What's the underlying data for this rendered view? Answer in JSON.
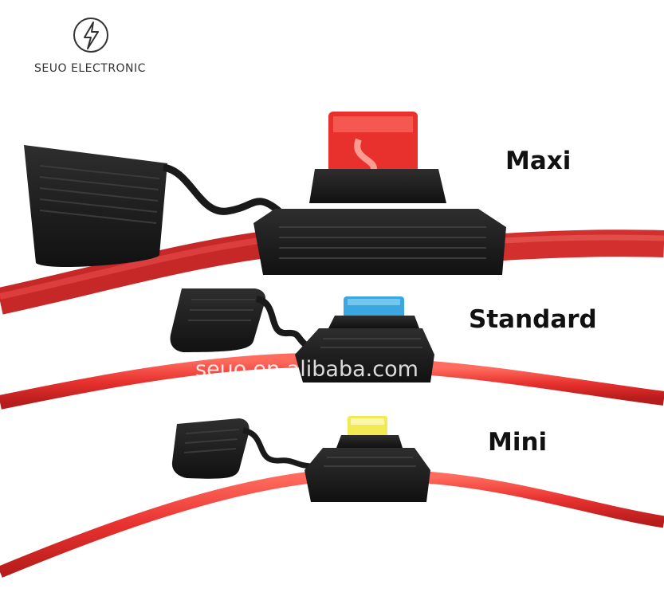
{
  "brand": {
    "name": "SEUO ELECTRONIC",
    "logo_icon": "lightning-circle-icon"
  },
  "labels": {
    "maxi": "Maxi",
    "standard": "Standard",
    "mini": "Mini"
  },
  "watermark": "seuo.en.alibaba.com",
  "colors": {
    "background": "#ffffff",
    "wire": "#e8322f",
    "holder": "#1c1c1c",
    "fuse_maxi": "#e8302c",
    "fuse_standard": "#3aa7e0",
    "fuse_mini": "#f2ea55"
  }
}
